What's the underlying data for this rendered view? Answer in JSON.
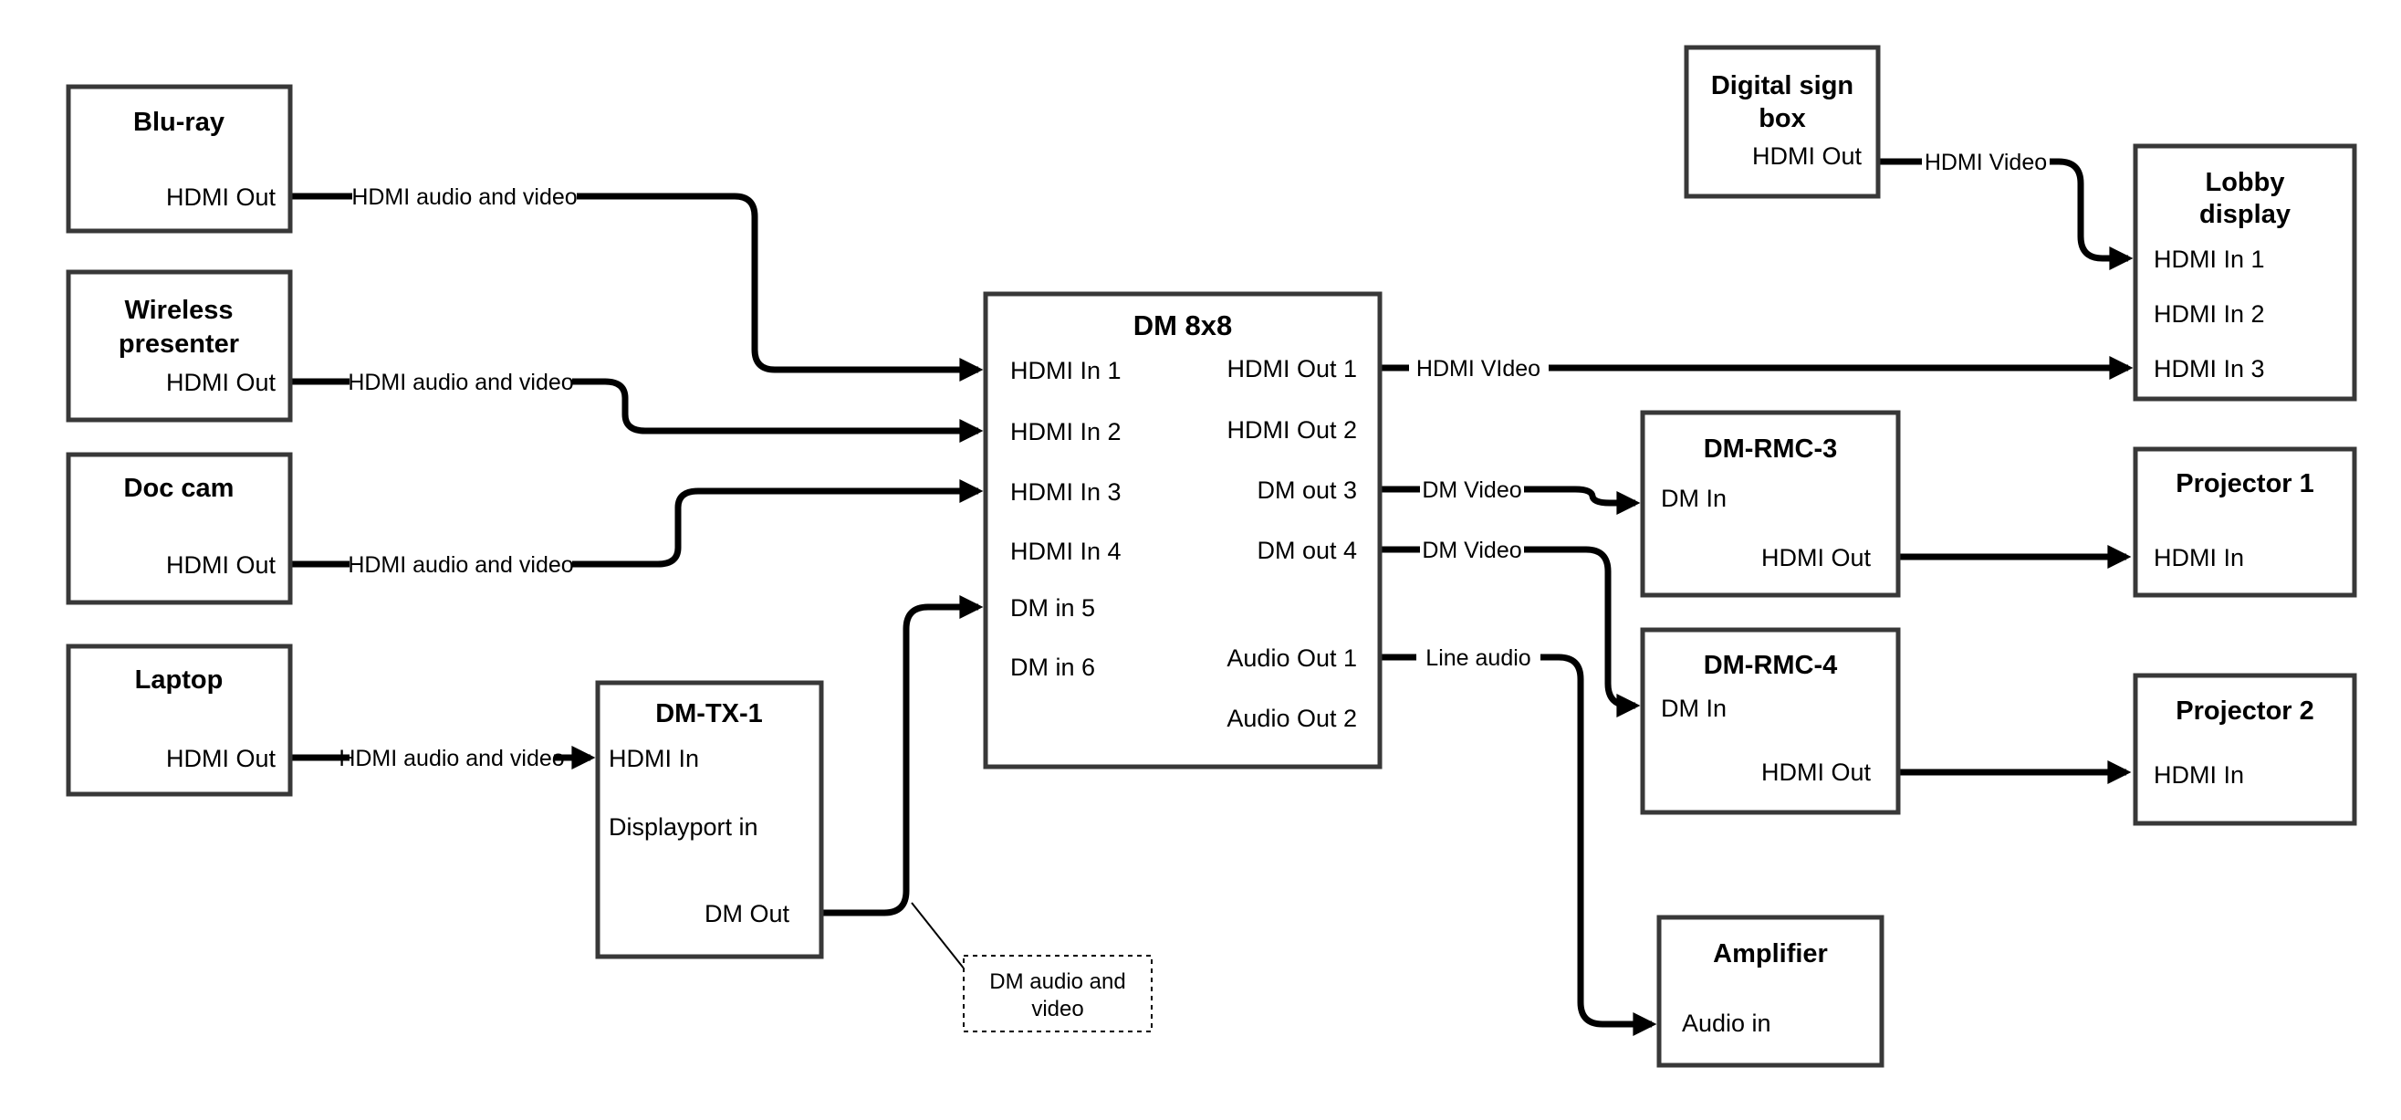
{
  "nodes": {
    "bluray": {
      "title": "Blu-ray",
      "port_hdmi_out": "HDMI Out"
    },
    "wireless_presenter": {
      "title_line1": "Wireless",
      "title_line2": "presenter",
      "port_hdmi_out": "HDMI Out"
    },
    "doc_cam": {
      "title": "Doc cam",
      "port_hdmi_out": "HDMI Out"
    },
    "laptop": {
      "title": "Laptop",
      "port_hdmi_out": "HDMI Out"
    },
    "dm_tx_1": {
      "title": "DM-TX-1",
      "port_hdmi_in": "HDMI In",
      "port_displayport_in": "Displayport in",
      "port_dm_out": "DM Out"
    },
    "dm_8x8": {
      "title": "DM 8x8",
      "port_hdmi_in_1": "HDMI In 1",
      "port_hdmi_in_2": "HDMI In 2",
      "port_hdmi_in_3": "HDMI In 3",
      "port_hdmi_in_4": "HDMI In 4",
      "port_dm_in_5": "DM in 5",
      "port_dm_in_6": "DM in 6",
      "port_hdmi_out_1": "HDMI Out 1",
      "port_hdmi_out_2": "HDMI Out 2",
      "port_dm_out_3": "DM out 3",
      "port_dm_out_4": "DM out 4",
      "port_audio_out_1": "Audio Out 1",
      "port_audio_out_2": "Audio Out 2"
    },
    "digital_sign_box": {
      "title_line1": "Digital sign",
      "title_line2": "box",
      "port_hdmi_out": "HDMI Out"
    },
    "lobby_display": {
      "title_line1": "Lobby",
      "title_line2": "display",
      "port_hdmi_in_1": "HDMI In 1",
      "port_hdmi_in_2": "HDMI In 2",
      "port_hdmi_in_3": "HDMI In 3"
    },
    "dm_rmc_3": {
      "title": "DM-RMC-3",
      "port_dm_in": "DM In",
      "port_hdmi_out": "HDMI Out"
    },
    "projector_1": {
      "title": "Projector 1",
      "port_hdmi_in": "HDMI In"
    },
    "dm_rmc_4": {
      "title": "DM-RMC-4",
      "port_dm_in": "DM In",
      "port_hdmi_out": "HDMI Out"
    },
    "projector_2": {
      "title": "Projector 2",
      "port_hdmi_in": "HDMI In"
    },
    "amplifier": {
      "title": "Amplifier",
      "port_audio_in": "Audio in"
    }
  },
  "edges": {
    "bluray_to_dm8x8": {
      "label": "HDMI audio and video",
      "from": "Blu-ray HDMI Out",
      "to": "DM 8x8 HDMI In 1"
    },
    "wireless_to_dm8x8": {
      "label": "HDMI audio and video",
      "from": "Wireless presenter HDMI Out",
      "to": "DM 8x8 HDMI In 2"
    },
    "doccam_to_dm8x8": {
      "label": "HDMI audio and video",
      "from": "Doc cam HDMI Out",
      "to": "DM 8x8 HDMI In 3"
    },
    "laptop_to_dmtx1": {
      "label": "HDMI audio and video",
      "from": "Laptop HDMI Out",
      "to": "DM-TX-1 HDMI In"
    },
    "dmtx1_to_dm8x8": {
      "label": "",
      "from": "DM-TX-1 DM Out",
      "to": "DM 8x8 DM in 5"
    },
    "hdmiout1_to_lobby": {
      "label": "HDMI VIdeo",
      "from": "DM 8x8 HDMI Out 1",
      "to": "Lobby display HDMI In 3"
    },
    "dmout3_to_rmc3": {
      "label": "DM Video",
      "from": "DM 8x8 DM out 3",
      "to": "DM-RMC-3 DM In"
    },
    "dmout4_to_rmc4": {
      "label": "DM Video",
      "from": "DM 8x8 DM out 4",
      "to": "DM-RMC-4 DM In"
    },
    "audioout1_to_amp": {
      "label": "Line audio",
      "from": "DM 8x8 Audio Out 1",
      "to": "Amplifier Audio in"
    },
    "rmc3_to_proj1": {
      "label": "",
      "from": "DM-RMC-3 HDMI Out",
      "to": "Projector 1 HDMI In"
    },
    "rmc4_to_proj2": {
      "label": "",
      "from": "DM-RMC-4 HDMI Out",
      "to": "Projector 2 HDMI In"
    },
    "digitalsign_to_lobby": {
      "label": "HDMI Video",
      "from": "Digital sign box HDMI Out",
      "to": "Lobby display HDMI In 1"
    }
  },
  "note": {
    "line1": "DM audio and",
    "line2": "video"
  },
  "colors": {
    "line": "#000000",
    "box_border": "#383838",
    "background": "#ffffff",
    "text": "#000000"
  }
}
